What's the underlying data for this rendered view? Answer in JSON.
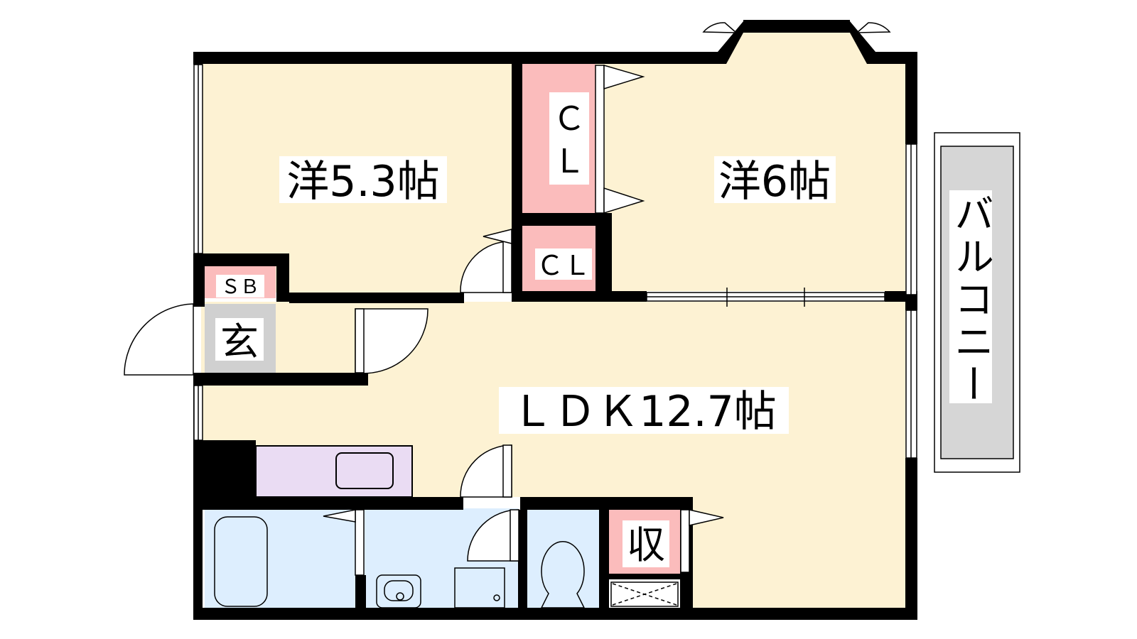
{
  "rooms": {
    "western_a": "洋5.3帖",
    "western_b": "洋6帖",
    "ldk": "ＬＤＫ12.7帖",
    "closet_a_line1": "Ｃ",
    "closet_a_line2": "Ｌ",
    "closet_b": "ＣＬ",
    "shoe_box": "ＳＢ",
    "entrance": "玄",
    "storage": "収",
    "balcony": "バルコニー"
  },
  "colors": {
    "wall": "#000000",
    "room_floor": "#fdf2d3",
    "closet": "#fbbcbc",
    "entrance": "#d0d0d0",
    "balcony": "#d6d6d6",
    "wet_area": "#ddeefe",
    "kitchen": "#eadcf3"
  }
}
